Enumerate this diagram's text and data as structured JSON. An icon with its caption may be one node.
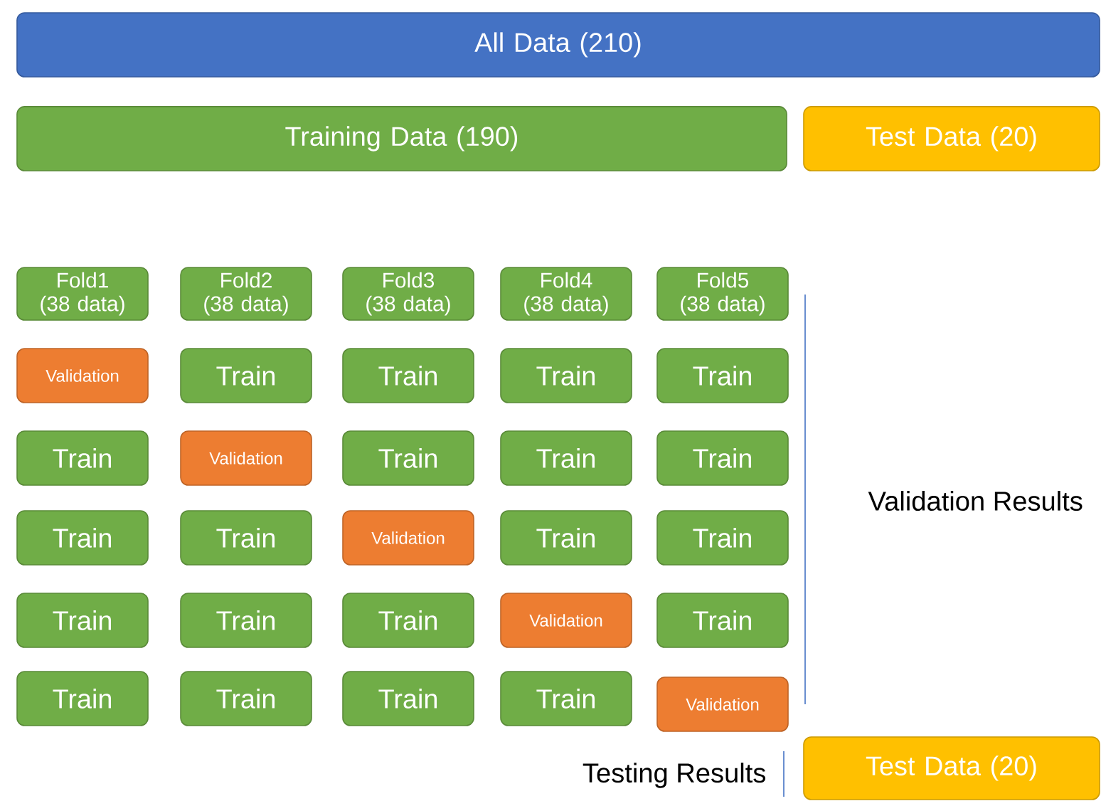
{
  "diagram": {
    "nodes": [
      {
        "text": [
          "All Data (210)"
        ]
      },
      {
        "text": [
          "Training Data (190)"
        ]
      },
      {
        "text": [
          "Test Data (20)"
        ]
      },
      {
        "text": [
          "Fold1 (38 data)"
        ]
      },
      {
        "text": [
          "Fold2 (38 data)"
        ]
      },
      {
        "text": [
          "Fold3 (38 data)"
        ]
      },
      {
        "text": [
          "Fold4 (38 data)"
        ]
      },
      {
        "text": [
          "Fold5 (38 data)"
        ]
      },
      {
        "text": [
          "Validation"
        ]
      },
      {
        "text": [
          "Train"
        ]
      },
      {
        "text": [
          "Train"
        ]
      },
      {
        "text": [
          "Train"
        ]
      },
      {
        "text": [
          "Train"
        ]
      },
      {
        "text": [
          "Train"
        ]
      },
      {
        "text": [
          "Validation"
        ]
      },
      {
        "text": [
          "Train"
        ]
      },
      {
        "text": [
          "Train"
        ]
      },
      {
        "text": [
          "Train"
        ]
      },
      {
        "text": [
          "Train"
        ]
      },
      {
        "text": [
          "Train"
        ]
      },
      {
        "text": [
          "Validation"
        ]
      },
      {
        "text": [
          "Train"
        ]
      },
      {
        "text": [
          "Train"
        ]
      },
      {
        "text": [
          "Train"
        ]
      },
      {
        "text": [
          "Train"
        ]
      },
      {
        "text": [
          "Train"
        ]
      },
      {
        "text": [
          "Validation"
        ]
      },
      {
        "text": [
          "Train"
        ]
      },
      {
        "text": [
          "Train"
        ]
      },
      {
        "text": [
          "Train"
        ]
      },
      {
        "text": [
          "Train"
        ]
      },
      {
        "text": [
          "Train"
        ]
      },
      {
        "text": [
          "Validation"
        ]
      },
      {
        "text": [
          "Test Data (20)"
        ]
      }
    ],
    "labels": [
      "Validation Results",
      "Testing Results"
    ]
  }
}
